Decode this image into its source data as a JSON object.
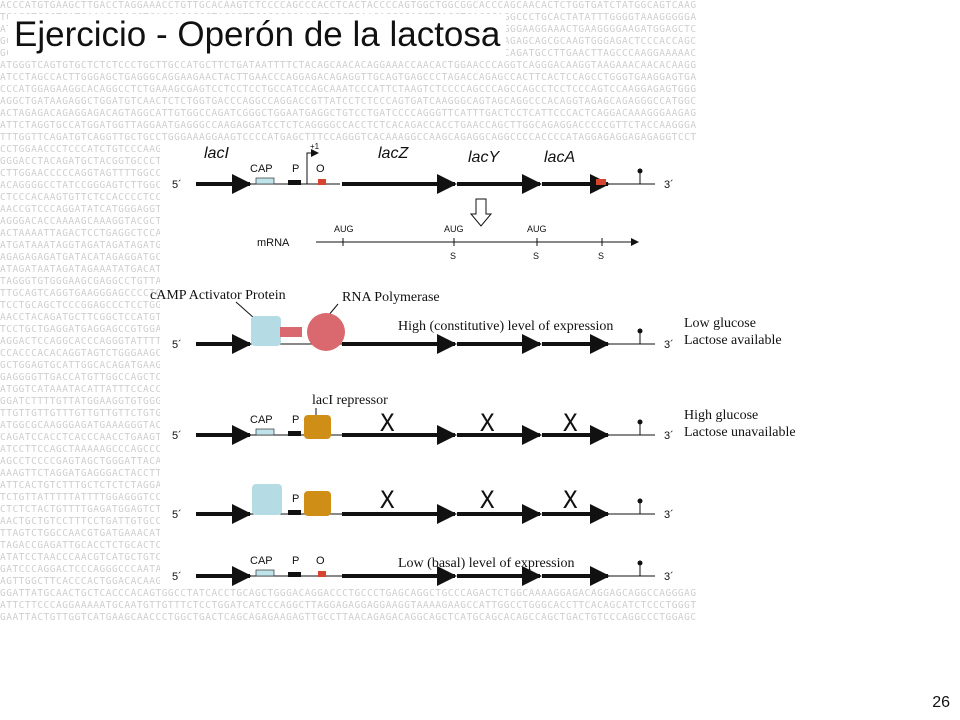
{
  "title": "Ejercicio - Operón de la lactosa",
  "page_number": "26",
  "background_dna": [
    "ACCCATGTGAAGCTTGACCTAGGAAACCTGTTGCACAAGTCTCCCCAGCCCACCTCACTACCCCAGTGGCTGGCGGCACCCAGCAACACTCTGGTGATCTATGGCAGTCAAG",
    "TGAGGTCCCTCATGAAAGGGACCTCACCACACGCTAGGCTTCCGCCGCAATCTCGCTCAACAGCCCAGCTCACCTCACCCAGGCCCTGCACTATATTTGGGGTAAAGGGGGA",
    "ATGTTGTCTGGGTGGAAGAATAATTGTCCTTTGATGACTACAATTCTAATCCCTGGAGTCTGTGACTATTTATGTTTATAGGGGAAGGAAACTGAAGGGGAAGATGGAGCTC",
    "GGGAGACAGCCTGGACTGTCCCCGCTGGGCTCAGTGTAATCACAGGGTCCCACATGAAAGGAGGAGAGGGGAGTGGGGATTAGAGCAGCGCAAGTGGGAGACTCCCACCAGC",
    "GCCATGAATGCAGGTGGCCTGTAGAGGTTGGAAAAGTCAAGGAAAATGATCTCCAGAGTCTCCAGAGGGAACGAAGCCCTGCAGATGCCTTGAACTTAGCCCAAGGAAAAAC",
    "ATGGGTCAGTGTGCTCTCTCCCTGCTTGCCATGCTTCTGATAATTTTCTACAGCAACACAGGAAACCAACACTGGAACCCAGGTCAGGGACAAGGTAAGAAACAACACAAGG",
    "ATCCTAGCCACTTGGGAGCTGAGGGCAGGAAGAACTACTTGAACCCAGGAGACAGAGGTTGCAGTGAGCCCTAGACCAGAGCCACTTCACTCCAGCCTGGGTGAAGGAGTGA",
    "CCCATGGAGAAGGCACAGGCCTCTGAAAGCGAGTCCTCCTCCTGCCATCCAGCAAATCCCATTCTAAGTCTCCCCAGCCCAGCCAGCCTCCTCCCAGTCCAAGGAGAGTGGG",
    "AGGCTGATAAGAGGCTGGATGTCAACTCTCTGGTGACCCAGGCCAGGACCGTTATCCTCTCCCAGTGATCAAGGGCAGTAGCAGGCCCACAGGTAGAGCAGAGGGCCATGGC",
    "ACTAGAGACAGAGGAGACAGTAGGCATTGTGGCCAGATCGGGCTGGAATGAGGCTGTCCTGATCCCCAGGGTTCATTTGACTCCTCATTCCCACTCAGGACAAAGGGAAGAG",
    "ATTCTAGGTGCCATGGATGGTTAGGAATGAGGGCCAAGAGGATCCTCTCAGGGGCCACCTCTCACAGACCACCTGAACCAGCTTGGCAGAGGACCCCCGTTCTACCAAGGGA",
    "TTTGGTTCAGATGTCAGGTTGCTGCCTGGGAAAGGAAGTCCCCATGAGCTTTCCAGGGTCACAAAGGCCAAGCAGAGGCAGGCCCCACCCCATAGGAGAGGAGAGAGGTCCT",
    "CCTGGAACCCTCCCATCTGTCCCAAGTGAGTCGTGGGCTCTCTCTCGCCTCCAGGCTAAGGGCATTGCAGGCCACTTCCGCAGGAGAAGCACCAACCTGGGCAGAATGACAA",
    "GGGACCTACAGATGCTACGGTGCCCTCCCCAGCAGTCCCGGACAGCCCTCACAGTATCAATGAGGAAAGAGCCCAGAAATGAGGTGCCAAGATCATGGAGGGTTCAGGCCCA",
    "CTTGGAACCCCCAGGTAGTTTTGGCCCAGCAAGATTGGCTCCTCCACCCAGCACCTGCCTGGCCCTACTGCAGCCTGGCAGCCCCAGAAGGAAACTGAAGCCAGAGTCAGAA",
    "ACAGGGGCCTATCCGGGAGTCTTGGCTCGCTGCAGGGACCTTCAGACCAAGGTTTCTGAACCCTCCTGGTAGAACCTGAGGTGAGGCGGGCCCGTCTAGGTCCCACCCAAGT",
    "CTCCCACAAGTGTTCTCCACCCCTCCAGGGCCCTCCGCCACCCGGAGCCCAGCCATTTCCTTCTCTGCCAGACCTTAAGGAGAACAGCCCTGGGAAGCCCCCAGCATGGCCC",
    "AACCGTCCCAGGATATCATGGGAGGTCTGAGTAGGCCTCCGAGGTTCCCAGGGCTCAGCCTGAGGGGCAGCCTAGACACCAGCAGCACAGAGCCCTCCAGGCCCACCACTGC",
    "AGGGACACCAAAAGCAAAGGTACGCTGCATGTCCACACACCTGACCCAGCCCCTGGGTCCCTACCCTTGGCAGAACTGTCCCCCAGGAGATACCCACCCCCAGGACCACCAA",
    "ACTAAAATTAGACTCCTGAGGCTCCAGCCTGCATGGTCCCTCCCTCTGCCCAGCCTACCCCAGGAGGCCTTAGCCAGTCCCCATTCTGCAGCCCCAGCTTGCCCTGCCATCC",
    "ATGATAAATAGGTAGATAGATAGATGGTCATAGTAGATAGATAGATGGATAGATAGATGATAGGTAGATAGATAGATGATAGATGGATAGATAGATAGATGATAGATAGATG",
    "AGAGAGAGATGATACATAGAGGATGCATACACAAGGCAGCCAGCACAGGCACCAGCCCAGCCCAGCCTGAGGGACGAGAGCAGACAGGGAGCCCAGCCTGCACACACCCCAA",
    "ATAGATAATAGATAGAAATATGACATACACTGACAGCCCAACATGGACACATACTTAAAGGCAGCACAGCTAAAGCCGTGGATGATAGATAAATAGATAGATAGATGATAGA",
    "TAGGGTGTGGGAAGCGAGGCCTGTTACCCAAGGTGAGAGCCATGCACTCCAGACAGTAAACGATCCAAGAGAACTCCTCGTCTGCAGAGATAGCAGGGAGGTGAGTTCCACC",
    "TTGCAGTCAGGTGAAGGGAGCCCCTCAAACCCTCCATGTCACAGGCAGGCCCCTCTTCAGGCCCCTTAGGCCCCAGGCCAGGATCTGTCCCAAGTTGACCTCCTCATCCCAG",
    "TCCTGCAGCTCCCGGAGCCCTCCTGGCCTACCGAGCCCCCCAGACTCAGCCATTCAGCACCTCAGACCCAGCAGGAACCCCCCAGCACCTGCCTCCAGCCCAGCCCCAGGCA",
    "AACCTACAGATGCTTCGGCTCCATGTTTAGGATCCAATGACACTGTTGGTCAGCCATCCTTTTGCAGGAGCCAGACCGCTAGAGCCTTAGCTGAGGAGGGCTCTCCAAAGCC",
    "TCCTGCTGAGGATGAGGAGCCGTGGAGACTGCATGGGAACACACAGCTGTTTGAAGTGGAAGGAACTGCTGCCCTTATTCTCTGCCAGGGTCACCCCCAGCTTCTGATACCT",
    "AGGACTCCAGGCACCCAGGGTATTTTAAACTTCCCGATTCGCCATGGTTAGGGGGGACGGAAGTGCCCCCAGAGCCCAGCTTCCTGAACCTGTAGCTGGCCCTCCCTGACCG",
    "CCACCCACACAGGTAGTCTGGGAAGCTACAGTGAAGGAAGCCACCAGGCCAGGGGAAGGTGACCCCTCCCAAACCCATCCTGCCCCACCAGGTCCCTGGGAGGTGCAGTGGA",
    "GCTGGAGTGCATTGGCACAGATGAAGCCCCAGCCAAGGGGACAGTGCGGGCAGTGCTGGCCAGGGGCAAGGGGCTGCCATGCTCAGCCTGTGCCACCTACTTTTGTATTTTT",
    "GAGGGGTTGACCATGTTGGCCAGCTCTGGCCTCATGGCTCTCAACAGCATGGCCCATCTCCCGCCCCTTACCCTTCCCCCACAGCAGTCCCAGCATGGCACCTGGCTCCCTG",
    "ATGGTCATAAATACATTATTTCCACCTGTGTCCAGGAGACTCTGGAGCCAGGCACTGCCAAGACACCAGGGTTCCCTAGCCCAAGCCAGCACCAGCTGCCCTGGTCTCTGCA",
    "GGATCTTTTGTTATGGAAGGTGTGGGAACCTCCACAGGAAGCCAGCCTGAAGCCATCCTCCTAAGCCTGTACCCAAGCCCAAGGAGCCAGTTGACAGCTCTTCCCCAGCCCC",
    "TTGTTGTTGTTTGTTGTTGTTCTGTGTGTGTCTGTGTGTGTCTGTGAGTGTCTGCATGTGTGCCCTTGTGTCTGTGTGCAAGTGCCTGTGTGTCTGTGTGTCTGTGTGAGTG",
    "ATGGCGCAAGGGAGATGAAAGGGTACAGAGCTGGGAAGAGCCAGAGCCCCAGGATAGACAGAAGCACTCAGGTCCCTCCCCCAGCAGCAGCCAGGCCCCAGCCCAGCTGGAG",
    "CAGATCCACCTCACCCAACCTGAAGTCCTAACCTCAGCAGCCCAAGAGCCACCAGTGGAACCTGACCACACACACCTCTCTCTTCCAAGAGTGAGGCAGAGGCCACAGCCTC",
    "ATCCTTCCAGCTAAAAAGCCCAGCCCTCAGGGAGGCCTCAGAAAGGTGCAGGGTCCCAGGAAGTAACAGGCCCTGGGAACCATTTCTACCCAAGTCAGCTCCAGGCCTAACC",
    "AGCCTCCCCGAGTAGCTGGGATTACAAGTGTGCACCACCACCCCCAGCTAATTTTTGTATTTTTAGTAGAGACGGGGTTTCACCATGTTGGTCAGGCTGGTCTCGAACTCCT",
    "AAAGTTCTAGGATGAGGGACTACCTTCAGAGCTCCCGGGACTCCCCACAGCTCCCCAGAGGCAGGCCAGGAGCACCCCTCCCCTGCTCCCAGCCCCAGACTGAGGCACCTGG",
    "ATTCACTGTCTTTGCTCTCTCTAGGAAGGGGCTGTGTAAGTCTGGGCTGGACAAAGGATGAAAGGGGAAGGAGCACCAGCCCAAGGGAAGCACCCAGGCCCAGGCAGGGCCA",
    "TCTGTTATTTTTATTTTGGAGGGTCCCCTTCCCTGGGCCTCTCCCCAAGAGACAGTCCTCCAGGGCTTCCCCAGGAGGAGGAGGAGGTGTTCTCAGGCCTTGGCACCAGCAG",
    "CTCTCTACTGTTTTGAGATGGAGTCTCACTCTGTCACCCAGGCTGGAGTGCAGTGGCACGATCTCGGCTCACTGCAACCTCCACCTCCCGGGTTCAAGCGATTCTCCTGCCT",
    "AACTGCTGTCCTTTCCTGATTGTGCCCCCAGGCCTCAGAGCACCAGCCACCCAGGGCACCAGGGCACCCTCAGAGCCTGAGGCCAGGGCAGCTAGGTGCCTGGGTGAGGAGC",
    "TTAGTCTGGCCAACGTGATGAAACATGTCTCCACTAAAAATATAAAAAATTAGCTGGGCGTGGTGGCGGGCACCTGTAATCCCAGCTACTCAGGAGTTTGAGGCAAGAGAAT",
    "TAGACCGAGATTGCACCTCTGCACTCCAGCCTGGGTGACAGAGCAAGACTCCATCTCAAAGAAAAACAAAAAACATATTGGAGGTAAAAGCAGTGGATTATCTGTGTTATTC",
    "ATATCCTAACCCAACGTCATGCTGTCTTGCTTACTACAGGCTCTAACATTTTGGATCAGGTAGTGTAGTGCCTGCTCTCTCTTCTTTCTTTACCTCTGGGAAGTAGGGTCCC",
    "GATCCCAGGACTCCCAGGGCCCAATATTAGAGTAACAGAGTGGCCATGAACCAGCCAGCTCAAAGATTTCCACTGAGTAGGAGCAGACACCCTCATTTCCTCACCTCTCTCC",
    "AGTTGGCTTCACCCACTGGACACAAGCTCCAAAACCGGTGAGTGCAGAACCCTTTATATCTGCTTTTGGAACCTGGGGAGGTGGAGGAACCTTGGATTCAGGCGGTGGATCT",
    "GGATTATGCAACTGCTCACCCACAGTGGCCTATCACCTGCAGCTGGGACAGGACCCTGCCCTGAGCAGGCTGCCCAGACTCTGGCAAAAGGAGACAGGAGCAGGCCAGGGAG",
    "ATTCTTCCCAGGAAAAATGCAATGTTGTTTCTCCTGGATCATCCCAGGCTTAGGAGAGGAGGAAGGTAAAAGAAGCCATTGGCCTGGGCACCTTCACAGCATCTCCCTGGGT",
    "GAATTACTGTTGGTCATGAAGCAACCCTGGCTGACTCAGCAGAGAAGAGTTGCCTTAACAGAGACAGGCAGCTCATGCAGCACAGCCAGCTGACTGTCCCAGGCCCTGGAGC"
  ],
  "genes": {
    "lacI": "lacI",
    "lacZ": "lacZ",
    "lacY": "lacY",
    "lacA": "lacA"
  },
  "labels": {
    "cap": "CAP",
    "promoter": "P",
    "operator": "O",
    "plus_one": "+1",
    "five_prime": "5´",
    "three_prime": "3´",
    "mrna": "mRNA",
    "aug": "AUG",
    "stop": "S",
    "x_mark": "X"
  },
  "annotations": {
    "camp_activator": "cAMP Activator Protein",
    "rna_polymerase": "RNA Polymerase",
    "high_expression": "High (constitutive) level of expression",
    "lacI_repressor": "lacI repressor",
    "low_expression": "Low  (basal) level of expression",
    "low_glucose": "Low glucose",
    "lactose_available": "Lactose available",
    "high_glucose": "High glucose",
    "lactose_unavailable": "Lactose unavailable"
  },
  "colors": {
    "cap_site": "#bfe3ea",
    "operator": "#d6432f",
    "activator": "#b5dbe4",
    "polymerase": "#d9696f",
    "repressor": "#cf8f16"
  }
}
